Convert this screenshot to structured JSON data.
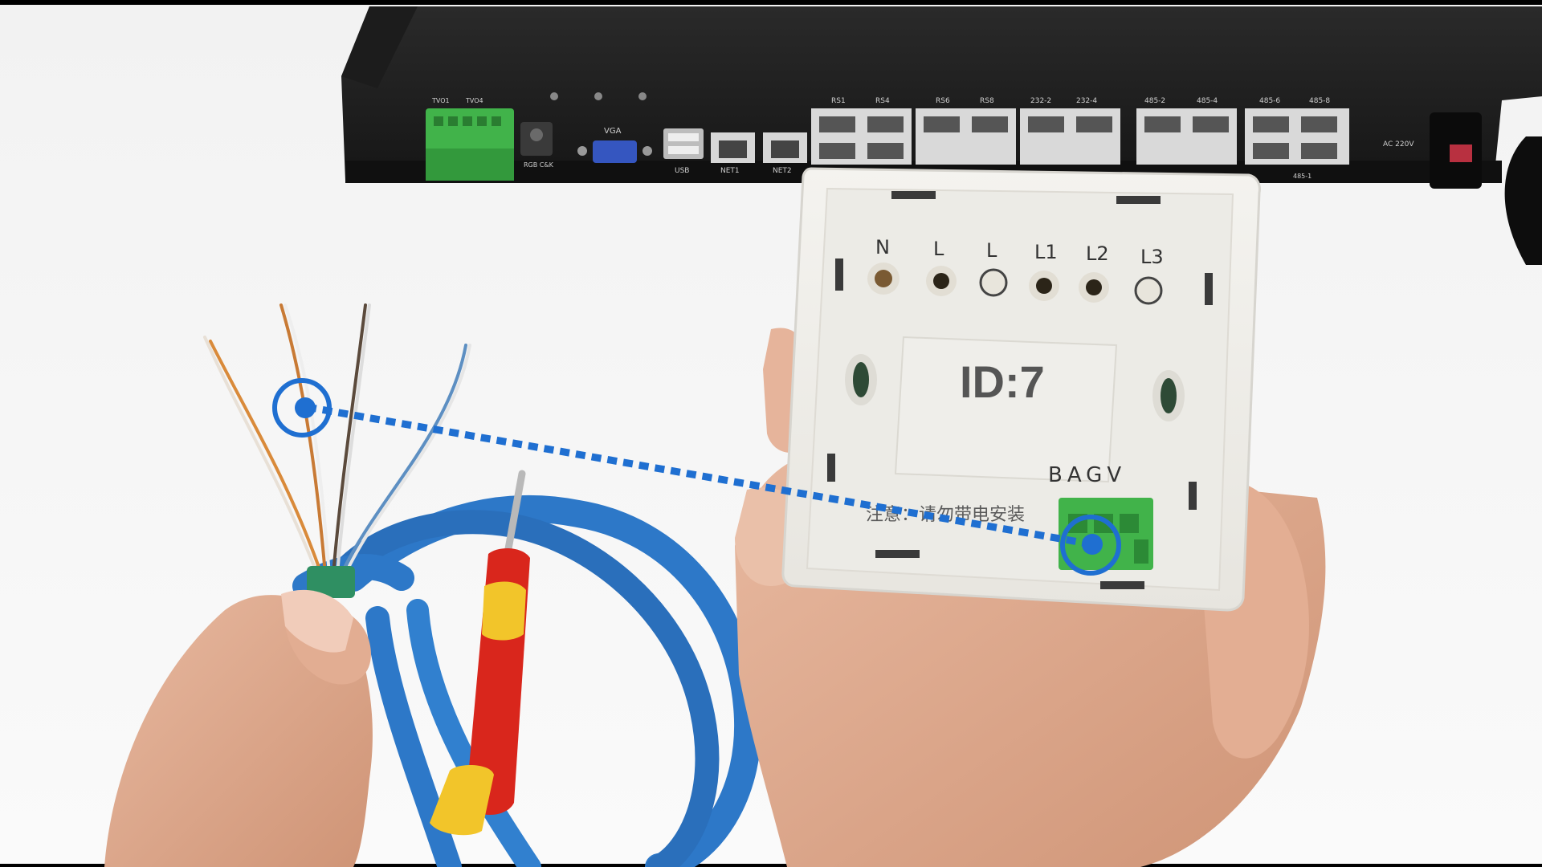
{
  "device": {
    "port_labels": [
      "RS1",
      "RS4",
      "RS6",
      "RS8",
      "232-2",
      "232-4",
      "485-2",
      "485-4",
      "485-6",
      "485-8"
    ],
    "misc_labels": [
      "VGA",
      "USB",
      "NET1",
      "NET2",
      "RGB C&K",
      "AC 220V",
      "TVO1",
      "TVO4",
      "485-1"
    ]
  },
  "panel": {
    "terminals": [
      "N",
      "L",
      "L",
      "L1",
      "L2",
      "L3"
    ],
    "id_text": "ID:7",
    "bus_labels": "BAGV",
    "warning_text": "注意：请勿带电安装"
  },
  "annotation": {
    "line_color": "#1f6fd1"
  },
  "colors": {
    "cable": "#2d78c8",
    "screwdriver_red": "#d9261c",
    "screwdriver_yellow": "#f2c52a",
    "terminal_green": "#41b34a"
  }
}
